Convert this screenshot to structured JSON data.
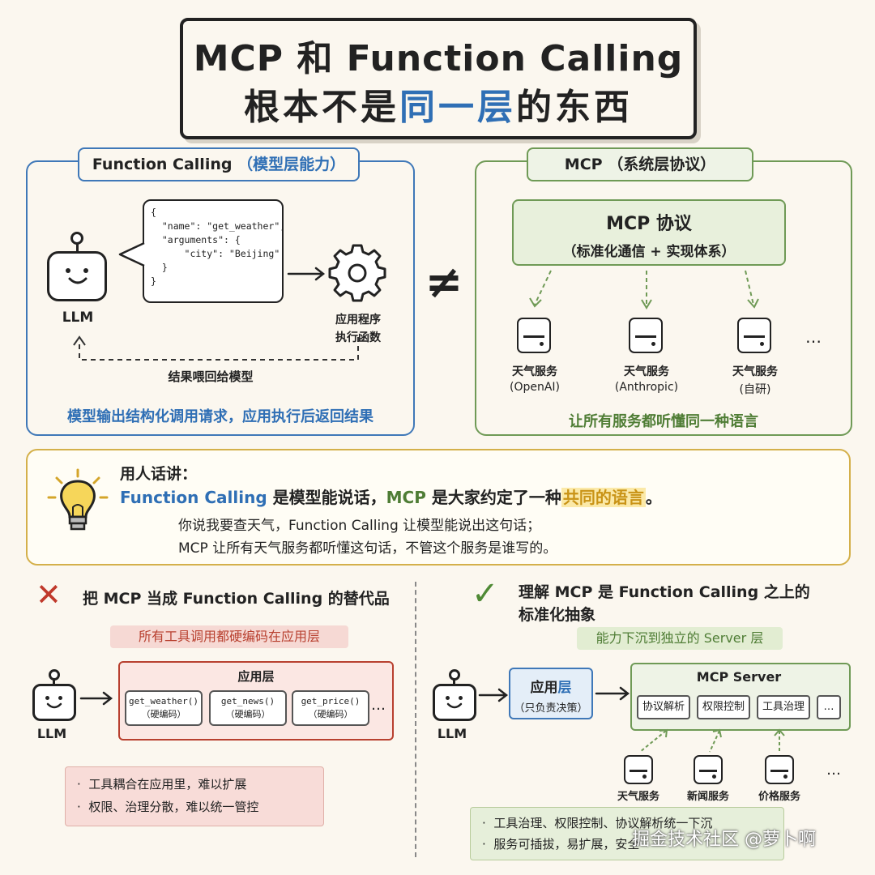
{
  "title": {
    "line1": "MCP 和 Function Calling",
    "line2_pre": "根本不是",
    "line2_hl": "同一层",
    "line2_post": "的东西"
  },
  "fc_panel": {
    "tab_main": "Function Calling",
    "tab_sub": "（模型层能力）",
    "code": "{\n  \"name\": \"get_weather\",\n  \"arguments\": {\n      \"city\": \"Beijing\"\n  }\n}",
    "llm_label": "LLM",
    "app_label1": "应用程序",
    "app_label2": "执行函数",
    "feedback": "结果喂回给模型",
    "caption": "模型输出结构化调用请求，应用执行后返回结果"
  },
  "neq": "≠",
  "mcp_panel": {
    "tab": "MCP （系统层协议）",
    "proto_title": "MCP 协议",
    "proto_sub": "（标准化通信 + 实现体系）",
    "services": [
      {
        "name": "天气服务",
        "sub": "(OpenAI)"
      },
      {
        "name": "天气服务",
        "sub": "(Anthropic)"
      },
      {
        "name": "天气服务",
        "sub": "(自研)"
      }
    ],
    "ellipsis": "…",
    "caption": "让所有服务都听懂同一种语言"
  },
  "talk": {
    "head": "用人话讲：",
    "fc": "Function Calling",
    "mid1": " 是模型能说话，",
    "mcp": "MCP",
    "mid2": " 是大家约定了一种",
    "hl": "共同的语言",
    "end": "。",
    "sub1": "你说我要查天气，Function Calling 让模型能说出这句话；",
    "sub2": "MCP 让所有天气服务都听懂这句话，不管这个服务是谁写的。"
  },
  "wrong": {
    "mark": "✕",
    "title": "把 MCP 当成 Function Calling 的替代品",
    "tag": "所有工具调用都硬编码在应用层",
    "llm_label": "LLM",
    "app_title": "应用层",
    "funcs": [
      {
        "name": "get_weather()",
        "note": "（硬编码）"
      },
      {
        "name": "get_news()",
        "note": "（硬编码）"
      },
      {
        "name": "get_price()",
        "note": "（硬编码）"
      }
    ],
    "ellipsis": "…",
    "bullets": [
      "工具耦合在应用里，难以扩展",
      "权限、治理分散，难以统一管控"
    ]
  },
  "right": {
    "mark": "✓",
    "title1": "理解 MCP 是 Function Calling 之上的",
    "title2": "标准化抽象",
    "tag": "能力下沉到独立的 Server 层",
    "llm_label": "LLM",
    "app_title_a": "应用",
    "app_title_b": "层",
    "app_sub": "（只负责决策）",
    "server_title": "MCP Server",
    "modules": [
      "协议解析",
      "权限控制",
      "工具治理",
      "…"
    ],
    "services": [
      "天气服务",
      "新闻服务",
      "价格服务"
    ],
    "ellipsis": "…",
    "bullets": [
      "工具治理、权限控制、协议解析统一下沉",
      "服务可插拔，易扩展，安全"
    ]
  },
  "watermark": "掘金技术社区 @萝卜啊"
}
